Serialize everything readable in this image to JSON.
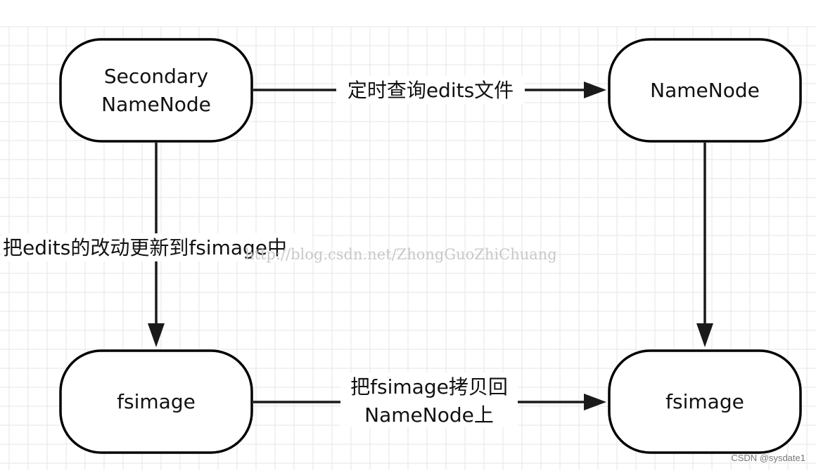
{
  "nodes": {
    "secondary_namenode": {
      "line1": "Secondary",
      "line2": "NameNode"
    },
    "namenode": {
      "label": "NameNode"
    },
    "fsimage_left": {
      "label": "fsimage"
    },
    "fsimage_right": {
      "label": "fsimage"
    }
  },
  "edges": {
    "query_edits": {
      "label": "定时查询edits文件"
    },
    "update_fsimage": {
      "label": "把edits的改动更新到fsimage中"
    },
    "copy_back": {
      "line1": "把fsimage拷贝回",
      "line2": "NameNode上"
    }
  },
  "watermark": "http://blog.csdn.net/ZhongGuoZhiChuang",
  "credit": "CSDN @sysdate1",
  "colors": {
    "grid": "#e6e6e6",
    "stroke": "#000000",
    "background": "#ffffff"
  }
}
